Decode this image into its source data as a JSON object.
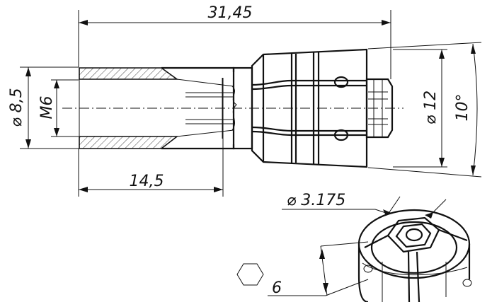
{
  "drawing": {
    "dimensions": {
      "overall_length": "31,45",
      "shank_length": "14,5",
      "bore_diameter": "⌀ 8,5",
      "thread": "M6",
      "body_diameter": "⌀ 12",
      "taper_angle": "10°",
      "bore_small": "⌀ 3.175",
      "hex_size": "6"
    }
  }
}
